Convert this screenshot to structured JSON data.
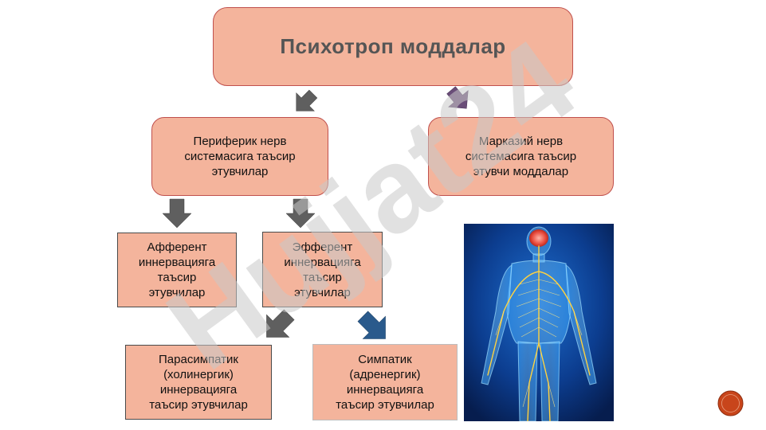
{
  "diagram": {
    "title": "Психотроп  моддалар",
    "peripheral": "Периферик нерв\nсистемасига таъсир\nэтувчилар",
    "central": "Марказий нерв\nсистемасига таъсир\nэтувчи моддалар",
    "afferent": "Афферент\nиннервацияга\nтаъсир\nэтувчилар",
    "efferent": "Эфферент\nиннервацияга\nтаъсир\nэтувчилар",
    "parasympathetic": "Парасимпатик\n(холинергик)\nиннервацияга\nтаъсир этувчилар",
    "sympathetic": "Симпатик\n(адренергик)\nиннервацияга\nтаъсир этувчилар"
  },
  "watermark": {
    "text": "Hujjat24"
  },
  "colors": {
    "box_fill": "#f4b49c",
    "box_border": "#c0504d",
    "arrow_gray": "#5f5f5f",
    "arrow_purple": "#6a4d78",
    "arrow_blue": "#2a5a8c",
    "watermark_gray": "#c8c8c8",
    "watermark_purple": "#c9b0f0"
  },
  "image": {
    "icon": "human-nervous-system-illustration"
  },
  "badge": {
    "icon": "page-number-badge"
  }
}
